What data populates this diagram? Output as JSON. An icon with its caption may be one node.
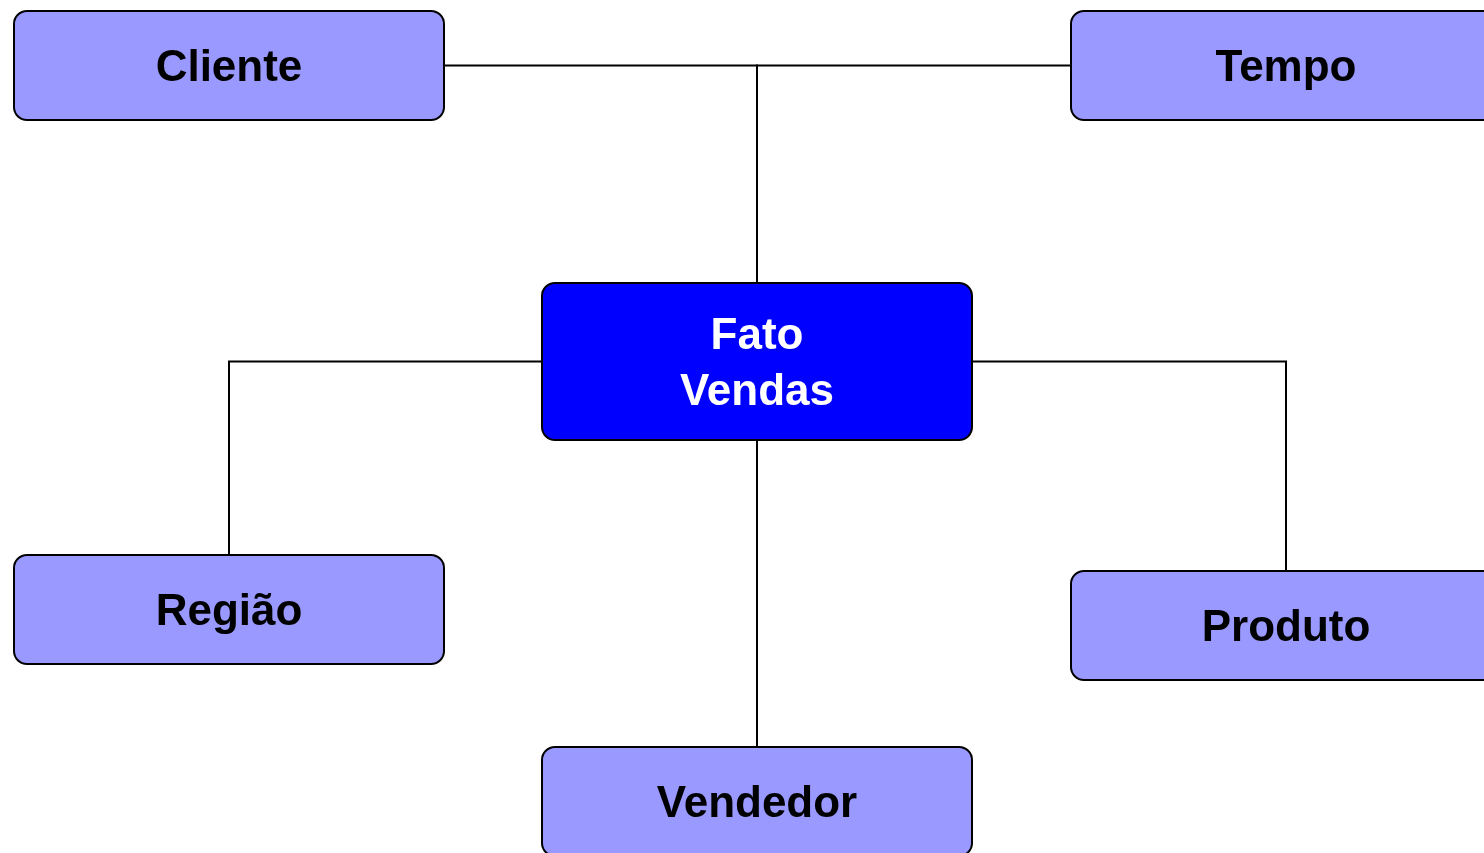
{
  "diagram": {
    "nodes": [
      {
        "text": [
          "Cliente"
        ]
      },
      {
        "text": [
          "Tempo"
        ]
      },
      {
        "text": [
          "Fato Vendas"
        ]
      },
      {
        "text": [
          "Região"
        ]
      },
      {
        "text": [
          "Produto"
        ]
      },
      {
        "text": [
          "Vendedor"
        ]
      }
    ],
    "edges": [
      {
        "from": 2,
        "to": 0,
        "arrow": "none"
      },
      {
        "from": 2,
        "to": 1,
        "arrow": "none"
      },
      {
        "from": 2,
        "to": 3,
        "arrow": "none"
      },
      {
        "from": 2,
        "to": 4,
        "arrow": "none"
      },
      {
        "from": 2,
        "to": 5,
        "arrow": "none"
      }
    ]
  }
}
